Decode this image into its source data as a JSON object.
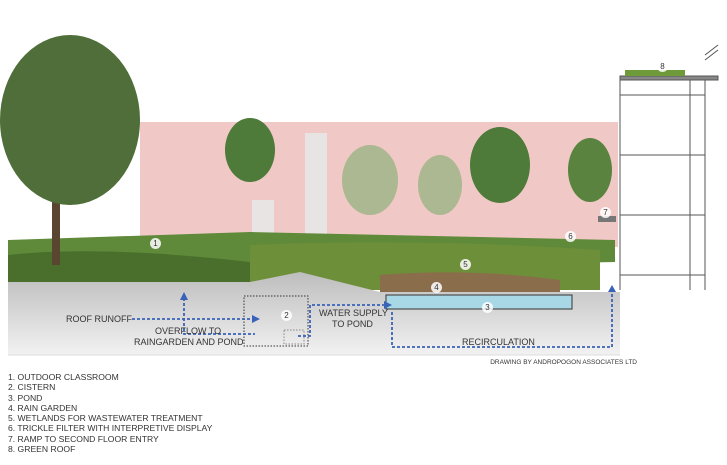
{
  "drawing": {
    "markers": [
      "1",
      "2",
      "3",
      "4",
      "5",
      "6",
      "7",
      "8"
    ],
    "flow_labels": {
      "roof_runoff": "ROOF RUNOFF",
      "overflow_line1": "OVERFLOW TO",
      "overflow_line2": "RAINGARDEN AND POND",
      "water_supply_line1": "WATER SUPPLY",
      "water_supply_line2": "TO POND",
      "recirculation": "RECIRCULATION"
    },
    "credit": "DRAWING BY ANDROPOGON ASSOCIATES LTD",
    "colors": {
      "flow_arrow": "#3a62b8",
      "wall": "#f0c9c6",
      "ground": "#cfcfcf",
      "pond": "#a8d8e6"
    }
  },
  "legend": [
    "1.  OUTDOOR CLASSROOM",
    "2.  CISTERN",
    "3.  POND",
    "4.  RAIN GARDEN",
    "5.  WETLANDS FOR WASTEWATER TREATMENT",
    "6.  TRICKLE FILTER WITH INTERPRETIVE DISPLAY",
    "7.  RAMP TO SECOND FLOOR ENTRY",
    "8.  GREEN ROOF"
  ]
}
